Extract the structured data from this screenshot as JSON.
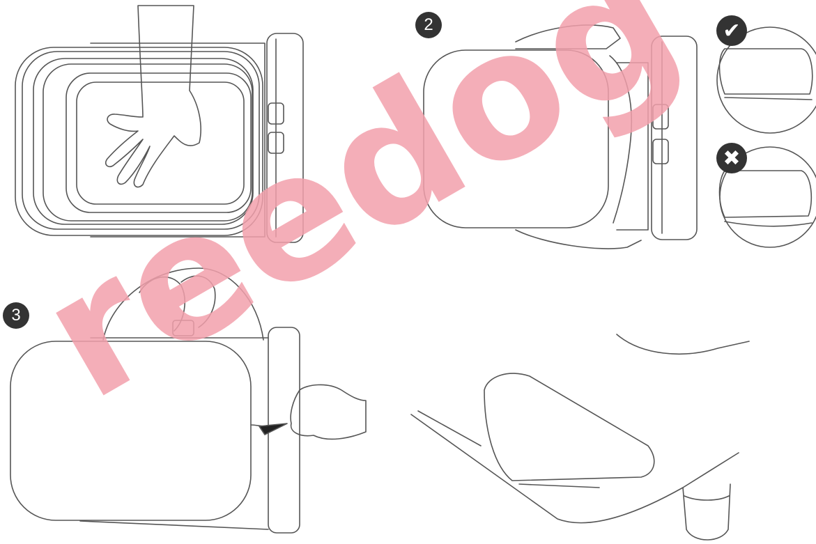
{
  "steps": {
    "step2": {
      "number": "2"
    },
    "step3": {
      "number": "3"
    }
  },
  "marks": {
    "correct": {
      "symbol": "✔",
      "icon": "check-icon"
    },
    "wrong": {
      "symbol": "✖",
      "icon": "cross-icon"
    }
  },
  "watermark": {
    "text": "reedog",
    "color": "#f2a0ab"
  },
  "colors": {
    "line": "#444444",
    "badge": "#333333",
    "watermark": "#f2a0ab"
  }
}
